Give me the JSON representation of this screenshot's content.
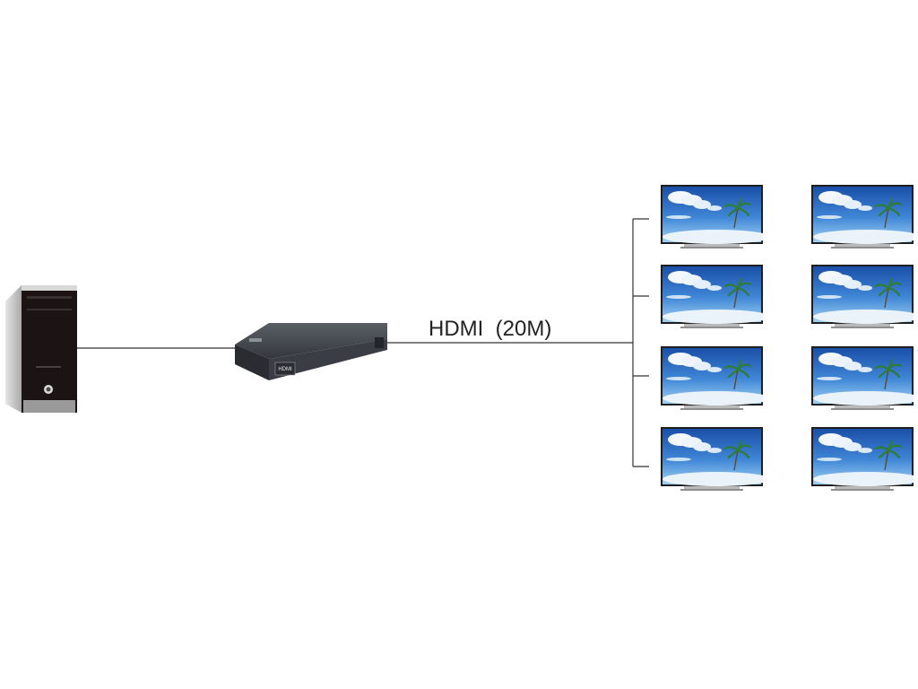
{
  "diagram": {
    "cable_label": "HDMI  (20M)",
    "source_device": "pc-tower",
    "splitter_device": "hdmi-splitter",
    "splitter_badge": "HDMI",
    "display_count": 8,
    "colors": {
      "line": "#333333",
      "pc_dark": "#1c1414",
      "pc_silver": "#c8c8c8",
      "splitter_body": "#3a3d44",
      "tv_frame": "#1e1e1e",
      "sky_top": "#1a4fa8",
      "sky_bottom": "#7fb8ea",
      "sand": "#eaf3f9"
    }
  }
}
